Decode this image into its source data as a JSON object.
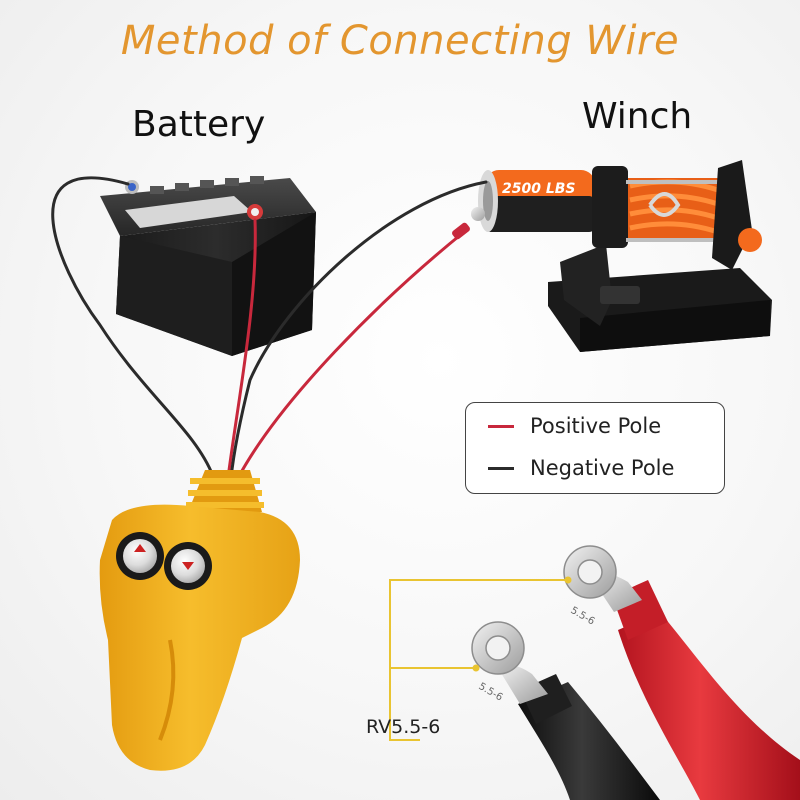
{
  "title": "Method of Connecting Wire",
  "labels": {
    "battery": "Battery",
    "winch": "Winch"
  },
  "legend": [
    {
      "label": "Positive Pole",
      "color": "#c8283c"
    },
    {
      "label": "Negative Pole",
      "color": "#2b2b2b"
    }
  ],
  "winch": {
    "badge": "2500 LBS"
  },
  "terminal": {
    "callout": "RV5.5-6",
    "stamp": "5.5-6"
  },
  "colors": {
    "title": "#e3962f",
    "positive_wire": "#c8283c",
    "negative_wire": "#2b2b2b",
    "remote_body": "#f2b522",
    "winch_accent": "#f36a1d",
    "callout_line": "#e9c431"
  }
}
